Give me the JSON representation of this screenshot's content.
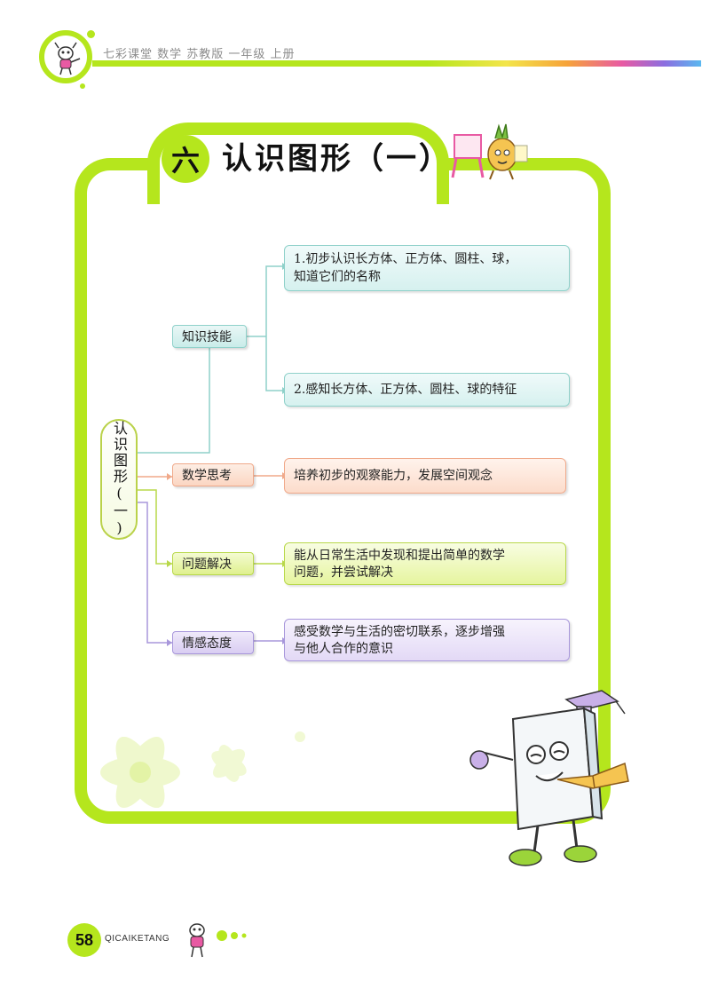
{
  "header": {
    "series": "七彩课堂",
    "text": "七彩课堂   数学  苏教版  一年级  上册",
    "bar_colors": [
      "#b5e61d",
      "#f3e54a",
      "#f6a33a",
      "#e85aa3",
      "#8b6ee0",
      "#5ab8f0"
    ]
  },
  "title": {
    "number": "六",
    "text": "认识图形（一）"
  },
  "mindmap": {
    "root": "认识图形(一)",
    "categories": [
      {
        "label": "知识技能",
        "color": "#8fd1ca"
      },
      {
        "label": "数学思考",
        "color": "#f0a98a"
      },
      {
        "label": "问题解决",
        "color": "#b8d84a"
      },
      {
        "label": "情感态度",
        "color": "#a897db"
      }
    ],
    "leaves": [
      {
        "line1": "1.初步认识长方体、正方体、圆柱、球，",
        "line2": "知道它们的名称"
      },
      {
        "line1": "2.感知长方体、正方体、圆柱、球的特征"
      },
      {
        "line1": "培养初步的观察能力，发展空间观念"
      },
      {
        "line1": "能从日常生活中发现和提出简单的数学",
        "line2": "问题，并尝试解决"
      },
      {
        "line1": "感受数学与生活的密切联系，逐步增强",
        "line2": "与他人合作的意识"
      }
    ]
  },
  "footer": {
    "page_number": "58",
    "brand": "QICAIKETANG"
  },
  "accent_color": "#b5e61d",
  "icons": [
    "mascot-icon",
    "pineapple-painter-icon",
    "book-graduate-icon",
    "flower-decoration-icon"
  ]
}
